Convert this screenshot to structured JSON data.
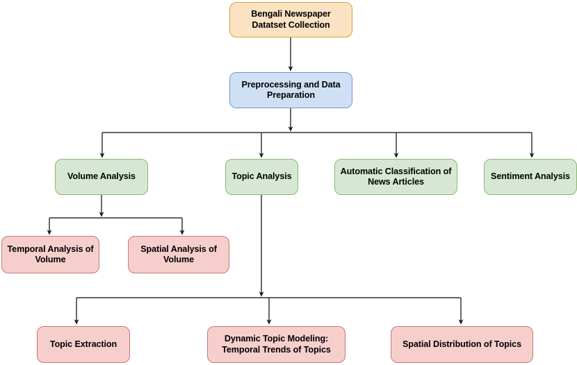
{
  "diagram": {
    "title": "Bengali Newspaper Analysis Pipeline Flowchart",
    "background": "#ffffff",
    "connector_color": "#4d4d4d",
    "palette": {
      "orange_fill": "#fbe2c2",
      "orange_stroke": "#dba03a",
      "blue_fill": "#cfe0f5",
      "blue_stroke": "#7294cf",
      "green_fill": "#d6e8d3",
      "green_stroke": "#8ab573",
      "pink_fill": "#f6cfcd",
      "pink_stroke": "#c07a77"
    },
    "nodes": {
      "dataset": {
        "label": "Bengali Newspaper\nDatatset Collection",
        "color": "orange"
      },
      "preprocessing": {
        "label": "Preprocessing and Data\nPreparation",
        "color": "blue"
      },
      "volume_analysis": {
        "label": "Volume Analysis",
        "color": "green"
      },
      "topic_analysis": {
        "label": "Topic Analysis",
        "color": "green"
      },
      "auto_classification": {
        "label": "Automatic Classification of\nNews Articles",
        "color": "green"
      },
      "sentiment_analysis": {
        "label": "Sentiment Analysis",
        "color": "green"
      },
      "temporal_volume": {
        "label": "Temporal Analysis of\nVolume",
        "color": "pink"
      },
      "spatial_volume": {
        "label": "Spatial Analysis of\nVolume",
        "color": "pink"
      },
      "topic_extraction": {
        "label": "Topic Extraction",
        "color": "pink"
      },
      "dynamic_topic_modeling": {
        "label": "Dynamic Topic Modeling:\nTemporal Trends of Topics",
        "color": "pink"
      },
      "spatial_topics": {
        "label": "Spatial Distribution of Topics",
        "color": "pink"
      }
    },
    "edges": [
      {
        "from": "dataset",
        "to": "preprocessing"
      },
      {
        "from": "preprocessing",
        "to": "volume_analysis"
      },
      {
        "from": "preprocessing",
        "to": "topic_analysis"
      },
      {
        "from": "preprocessing",
        "to": "auto_classification"
      },
      {
        "from": "preprocessing",
        "to": "sentiment_analysis"
      },
      {
        "from": "volume_analysis",
        "to": "temporal_volume"
      },
      {
        "from": "volume_analysis",
        "to": "spatial_volume"
      },
      {
        "from": "topic_analysis",
        "to": "topic_extraction"
      },
      {
        "from": "topic_analysis",
        "to": "dynamic_topic_modeling"
      },
      {
        "from": "topic_analysis",
        "to": "spatial_topics"
      }
    ]
  }
}
